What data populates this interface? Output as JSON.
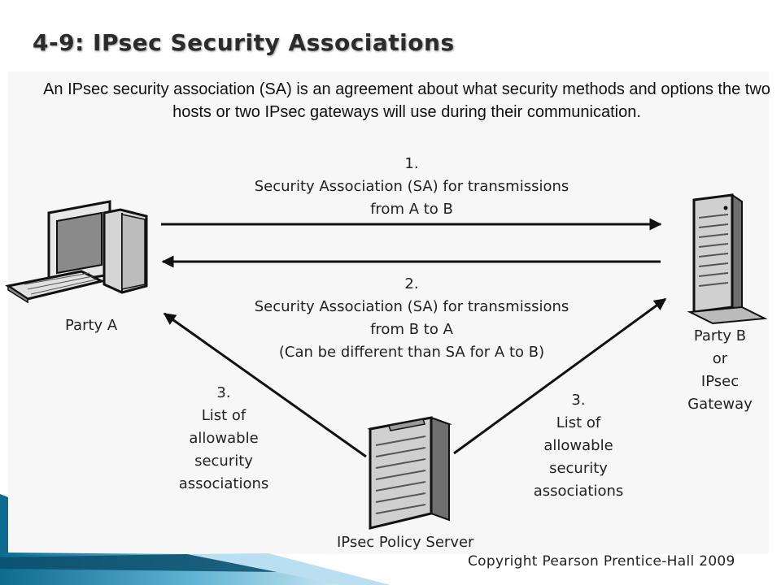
{
  "slide": {
    "title": "4-9: IPsec Security Associations",
    "copyright": "Copyright Pearson Prentice-Hall 2009"
  },
  "figure": {
    "intro": "An IPsec security association (SA) is an agreement about what security methods and options the two hosts or two IPsec gateways will use during their communication.",
    "nodes": {
      "party_a": {
        "label": "Party A"
      },
      "party_b": {
        "lines": [
          "Party B",
          "or",
          "IPsec",
          "Gateway"
        ]
      },
      "policy_server": {
        "label": "IPsec Policy Server"
      }
    },
    "edges": {
      "a_to_b": {
        "lines": [
          "1.",
          "Security Association (SA) for transmissions",
          "from A to B"
        ]
      },
      "b_to_a": {
        "lines": [
          "2.",
          "Security Association (SA) for transmissions",
          "from B to A",
          "(Can be different than SA for A to B)"
        ]
      },
      "server_to_a": {
        "lines": [
          "3.",
          "List of",
          "allowable",
          "security",
          "associations"
        ]
      },
      "server_to_b": {
        "lines": [
          "3.",
          "List of",
          "allowable",
          "security",
          "associations"
        ]
      }
    }
  }
}
